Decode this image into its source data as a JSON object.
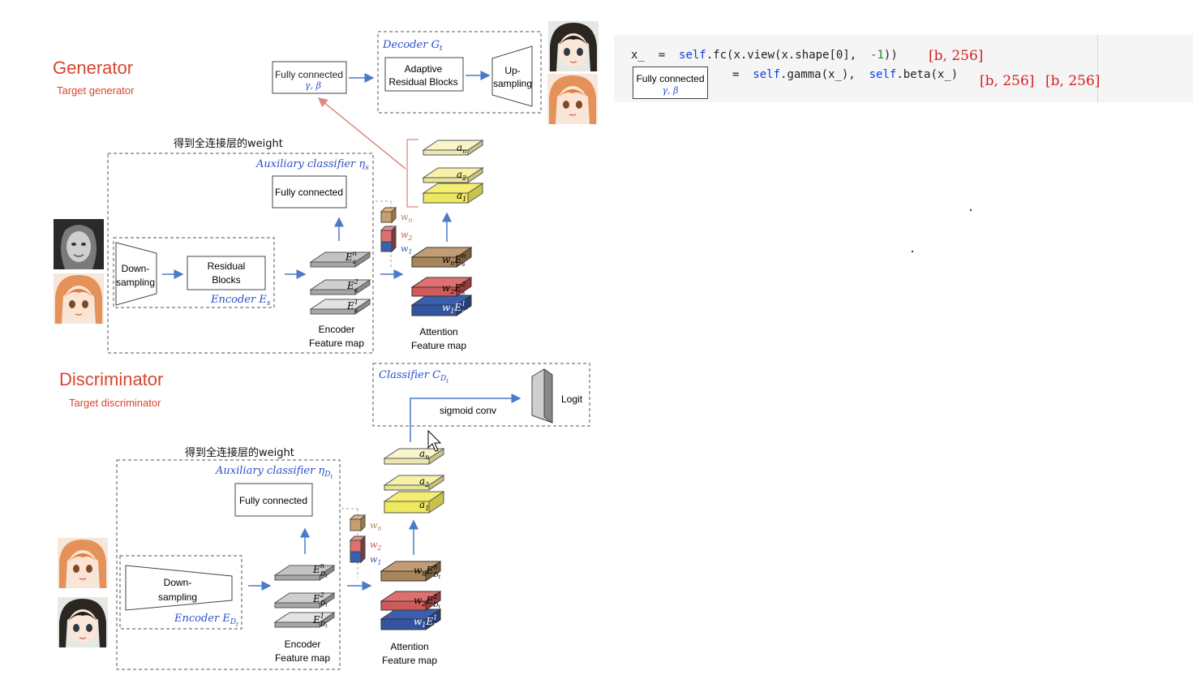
{
  "generator": {
    "title": "Generator",
    "subtitle": "Target generator",
    "note_cn": "得到全连接层的weight",
    "fc_top": {
      "label": "Fully connected",
      "sub": "γ, β"
    },
    "decoder": {
      "label": "Decoder G",
      "label_sub": "t",
      "block": [
        "Adaptive",
        "Residual Blocks"
      ],
      "up": [
        "Up-",
        "sampling"
      ]
    },
    "aux": {
      "label": "Auxiliary classifier η",
      "label_sub": "s",
      "fc": "Fully connected"
    },
    "encoder": {
      "down": [
        "Down-",
        "sampling"
      ],
      "res": [
        "Residual",
        "Blocks"
      ],
      "label": "Encoder E",
      "label_sub": "s",
      "fm": [
        "Encoder",
        "Feature map"
      ],
      "layers": [
        "E",
        "E",
        "E"
      ],
      "layer_sup": [
        "n",
        "2",
        "1"
      ],
      "layer_sub": [
        "s",
        "s",
        "s"
      ]
    },
    "weights": [
      "w",
      "w",
      "w"
    ],
    "weights_sub": [
      "n",
      "2",
      "1"
    ],
    "attention": {
      "fm": [
        "Attention",
        "Feature map"
      ],
      "a": [
        "a",
        "a",
        "a"
      ],
      "a_sub": [
        "n",
        "2",
        "1"
      ],
      "layers": [
        "w",
        "w",
        "w"
      ],
      "layers_sub": [
        "n",
        "2",
        "1"
      ],
      "layers_E": [
        "E",
        "E",
        "E"
      ],
      "layers_E_sup": [
        "n",
        "2",
        "1"
      ],
      "layers_E_sub": [
        "s",
        "s",
        "s"
      ]
    }
  },
  "discriminator": {
    "title": "Discriminator",
    "subtitle": "Target discriminator",
    "note_cn": "得到全连接层的weight",
    "classifier": {
      "label": "Classifier C",
      "label_sub": "D",
      "label_subsub": "t",
      "conv": "sigmoid conv",
      "logit": "Logit"
    },
    "aux": {
      "label": "Auxiliary classifier η",
      "label_sub": "D",
      "label_subsub": "t",
      "fc": "Fully connected"
    },
    "encoder": {
      "down": [
        "Down-",
        "sampling"
      ],
      "label": "Encoder E",
      "label_sub": "D",
      "label_subsub": "t",
      "fm": [
        "Encoder",
        "Feature map"
      ],
      "layers": [
        "E",
        "E",
        "E"
      ],
      "layer_sup": [
        "n",
        "2",
        "1"
      ],
      "layer_sub": [
        "D",
        "D",
        "D"
      ],
      "layer_subsub": [
        "t",
        "t",
        "t"
      ]
    },
    "weights": [
      "w",
      "w",
      "w"
    ],
    "weights_sub": [
      "n",
      "2",
      "1"
    ],
    "attention": {
      "fm": [
        "Attention",
        "Feature map"
      ],
      "a": [
        "a",
        "a",
        "a"
      ],
      "a_sub": [
        "n",
        "2",
        "1"
      ],
      "layers": [
        "w",
        "w",
        "w"
      ],
      "layers_sub": [
        "n",
        "2",
        "1"
      ],
      "layers_E": [
        "E",
        "E",
        "E"
      ],
      "layers_E_sup": [
        "n",
        "2",
        "1"
      ],
      "layers_E_sub": [
        "D",
        "D",
        "D"
      ],
      "layers_E_subsub": [
        "t",
        "t",
        "t"
      ]
    }
  },
  "code": {
    "line1": {
      "a": "x_  =  ",
      "kw": "self",
      "b": ".fc(x.view(x.shape[0],  ",
      "n": "-1",
      "c": "))"
    },
    "line1_anno": "[b, 256]",
    "line2": {
      "a": "=  ",
      "kw1": "self",
      "b": ".gamma(x_),  ",
      "kw2": "self",
      "c": ".beta(x_)"
    },
    "line2_anno1": "[b, 256]",
    "line2_anno2": "[b, 256]",
    "fc_mini": {
      "label": "Fully connected",
      "sub": "γ, β"
    }
  },
  "colors": {
    "title_red": "#d8452e",
    "blue_label": "#2a50c8",
    "arrow_blue": "#4a7bc8",
    "arrow_pink": "#d98b80",
    "tan": "#a8865c",
    "red_layer": "#cf5a5a",
    "blue_layer": "#3a60b0",
    "yellow": "#f5f2a8",
    "gray_layer": "#bdbdbd"
  },
  "icons": [
    "portrait-photo-icon",
    "anime-face-icon",
    "cursor-arrow-icon"
  ]
}
